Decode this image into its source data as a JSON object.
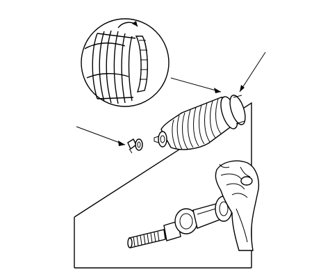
{
  "diagram": {
    "description_labels": [],
    "parts": {
      "detail_view": "boot-clamp-detail",
      "steering_boot": "steering-rack-boot",
      "small_clamp": "boot-small-clamp",
      "rack_end": "tie-rod-inner-end",
      "hand": "hand"
    },
    "colors": {
      "line": "#000000",
      "fill": "#ffffff",
      "shade": "#d9d9d9"
    }
  }
}
